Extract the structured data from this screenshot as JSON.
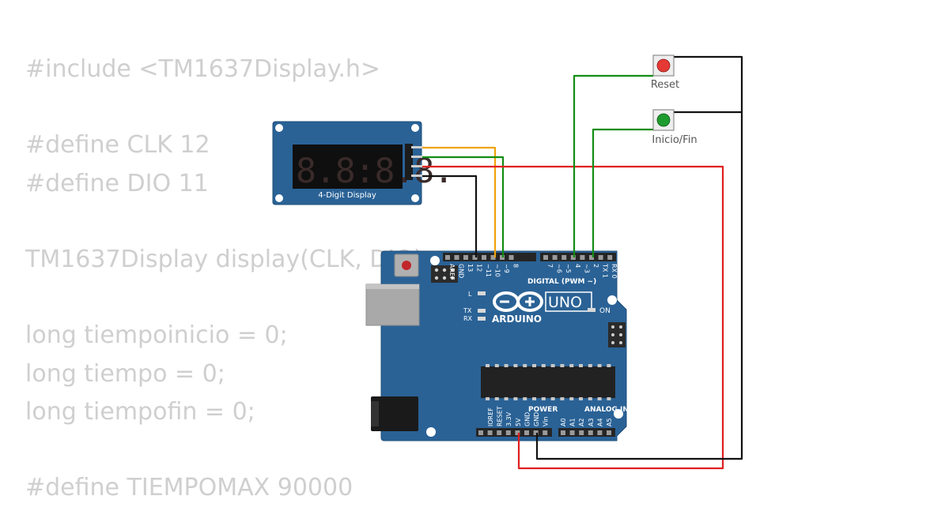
{
  "code": {
    "lines": [
      "#include <TM1637Display.h>",
      "",
      "#define CLK 12",
      "#define DIO 11",
      "",
      "TM1637Display display(CLK, DIO);",
      "",
      "long tiempoinicio = 0;",
      "long tiempo = 0;",
      "long tiempofin = 0;",
      "",
      "#define TIEMPOMAX 90000"
    ]
  },
  "display": {
    "digits": "8.8:8.8.",
    "label": "4-Digit Display"
  },
  "buttons": {
    "reset": {
      "label": "Reset",
      "color": "#e53935"
    },
    "start": {
      "label": "Inicio/Fin",
      "color": "#1e9b2e"
    }
  },
  "arduino": {
    "brand": "ARDUINO",
    "model": "UNO",
    "digital_label": "DIGITAL (PWM ~)",
    "power_label": "POWER",
    "analog_label": "ANALOG IN",
    "on_label": "ON",
    "l_label": "L",
    "tx_label": "TX",
    "rx_label": "RX",
    "digital_pins": [
      "AREF",
      "GND",
      "13",
      "12",
      "~11",
      "~10",
      "~9",
      "8",
      "7",
      "~6",
      "~5",
      "4",
      "~3",
      "2",
      "TX 1",
      "RX 0"
    ],
    "power_pins": [
      "IOREF",
      "RESET",
      "3.3V",
      "5V",
      "GND",
      "GND",
      "Vin"
    ],
    "analog_pins": [
      "A0",
      "A1",
      "A2",
      "A3",
      "A4",
      "A5"
    ]
  },
  "colors": {
    "board": "#2a6296",
    "wire_black": "#111111",
    "wire_orange": "#f0a30a",
    "wire_green": "#138d13",
    "wire_red": "#e02020"
  }
}
